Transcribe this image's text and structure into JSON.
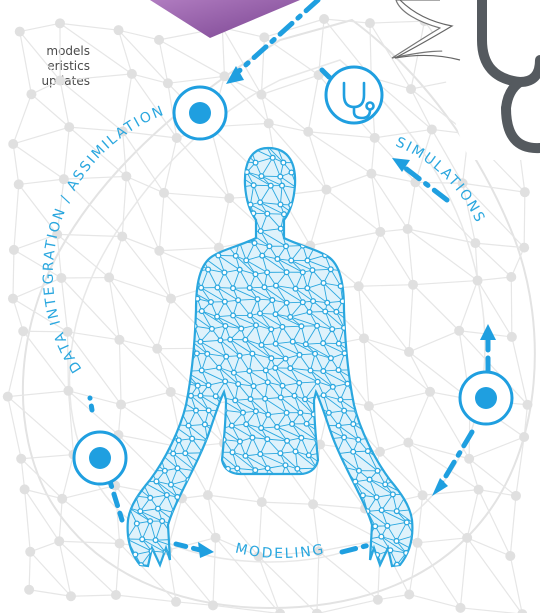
{
  "captions": [
    "models",
    "eristics",
    "updates"
  ],
  "labels": {
    "data_integration": "DATA INTEGRATION / ASSIMILATION",
    "simulations": "SIMULATIONS",
    "modeling": "MODELING"
  },
  "icons": {
    "stethoscope_badge": "stethoscope-icon",
    "stethoscope_large": "stethoscope-icon",
    "node_dot": "node-dot-icon"
  },
  "colors": {
    "accent_blue": "#1f9fe0",
    "line_blue": "#2aa7df",
    "body_fill": "#dff2fb",
    "mesh_gray": "#e1e1e1",
    "purple_corner": "#8e5aa4"
  }
}
